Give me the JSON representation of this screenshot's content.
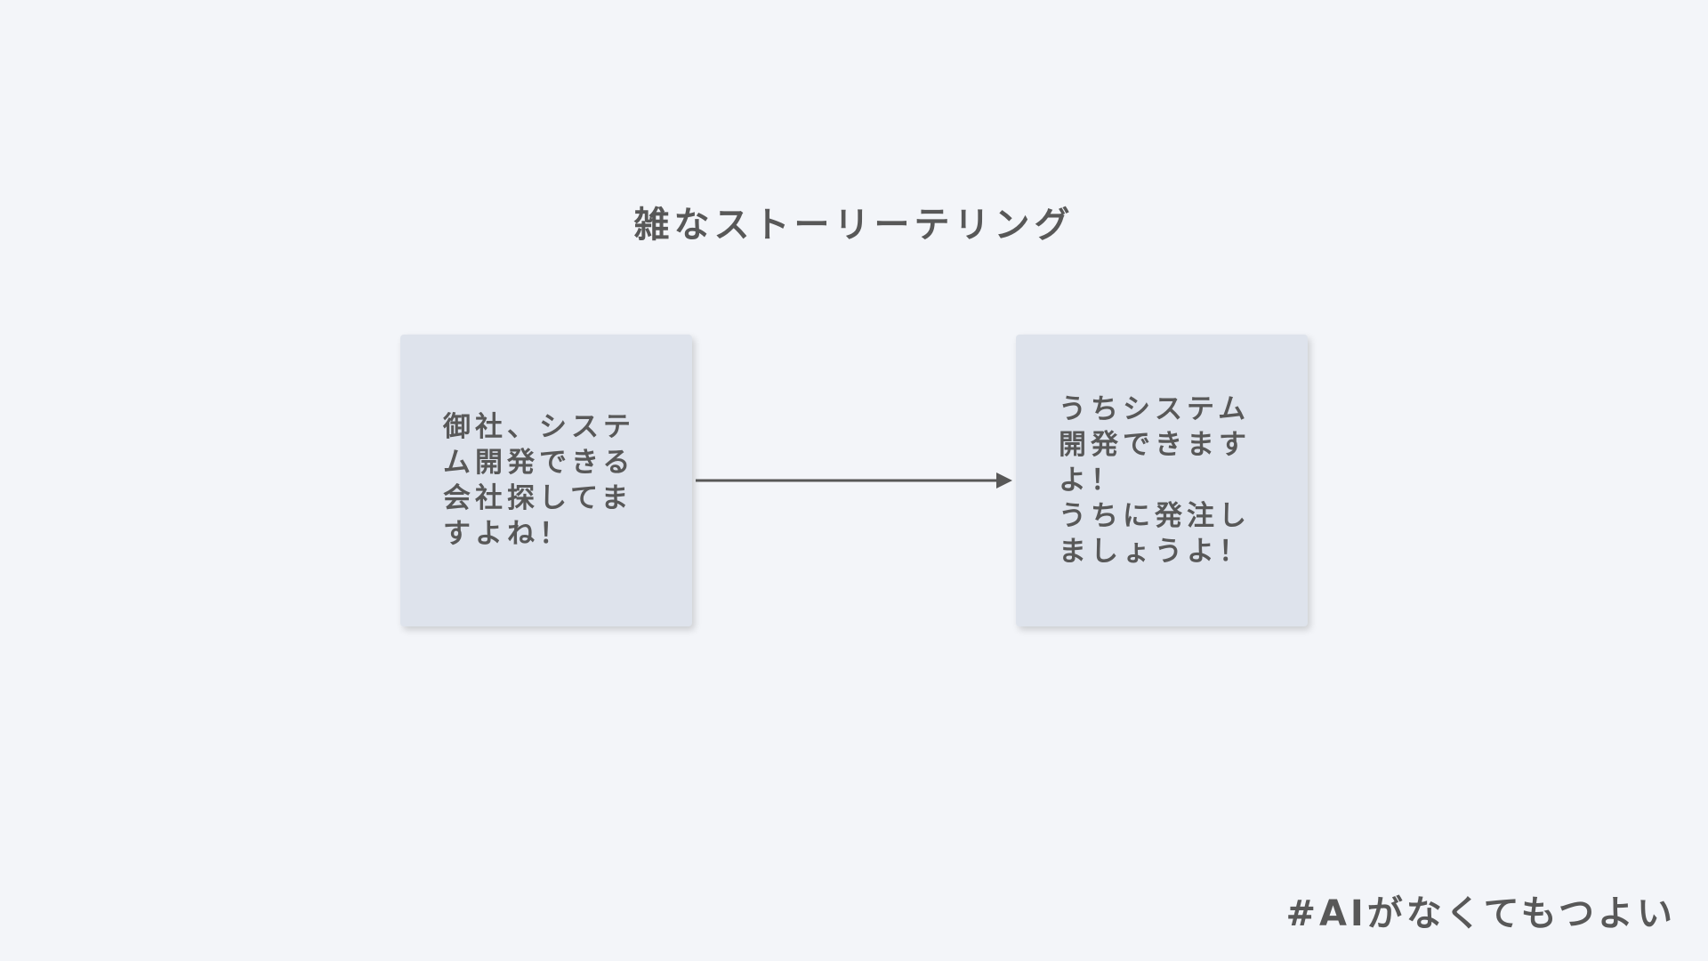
{
  "slide": {
    "title": "雑なストーリーテリング",
    "left_box_text": "御社、システム開発できる会社探してますよね！",
    "right_box_text": "うちシステム開発できますよ！\nうちに発注しましょうよ！",
    "hashtag": "#AIがなくてもつよい"
  },
  "colors": {
    "background": "#f3f5f9",
    "box": "#dee3ec",
    "text": "#585858",
    "arrow": "#585858"
  }
}
